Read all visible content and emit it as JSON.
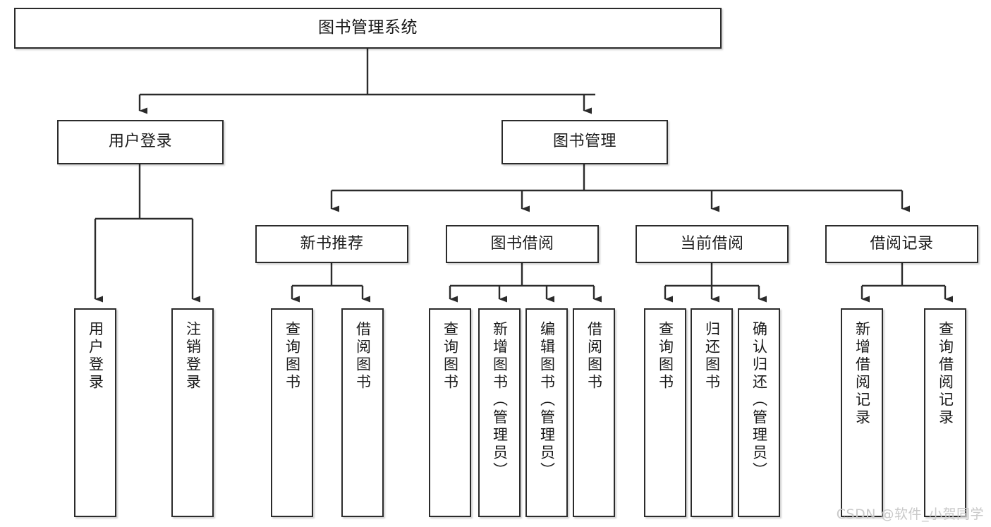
{
  "diagram": {
    "title": "图书管理系统",
    "type": "tree-hierarchy-diagram",
    "root": {
      "label": "图书管理系统"
    },
    "level1": [
      {
        "label": "用户登录"
      },
      {
        "label": "图书管理"
      }
    ],
    "level2": [
      {
        "label": "新书推荐"
      },
      {
        "label": "图书借阅"
      },
      {
        "label": "当前借阅"
      },
      {
        "label": "借阅记录"
      }
    ],
    "leaves": {
      "user_login": [
        {
          "label": "用户登录"
        },
        {
          "label": "注销登录"
        }
      ],
      "new_book_recommend": [
        {
          "label": "查询图书"
        },
        {
          "label": "借阅图书"
        }
      ],
      "book_borrow": [
        {
          "label": "查询图书"
        },
        {
          "label": "新增图书（管理员）"
        },
        {
          "label": "编辑图书（管理员）"
        },
        {
          "label": "借阅图书"
        }
      ],
      "current_borrow": [
        {
          "label": "查询图书"
        },
        {
          "label": "归还图书"
        },
        {
          "label": "确认归还（管理员）"
        }
      ],
      "borrow_record": [
        {
          "label": "新增借阅记录"
        },
        {
          "label": "查询借阅记录"
        }
      ]
    }
  },
  "watermark": {
    "text": "CSDN @软件_小贺同学"
  },
  "colors": {
    "stroke": "#2b2b2b",
    "fill": "#ffffff",
    "text": "#1a1a1a",
    "watermark": "#c9c9c9"
  }
}
